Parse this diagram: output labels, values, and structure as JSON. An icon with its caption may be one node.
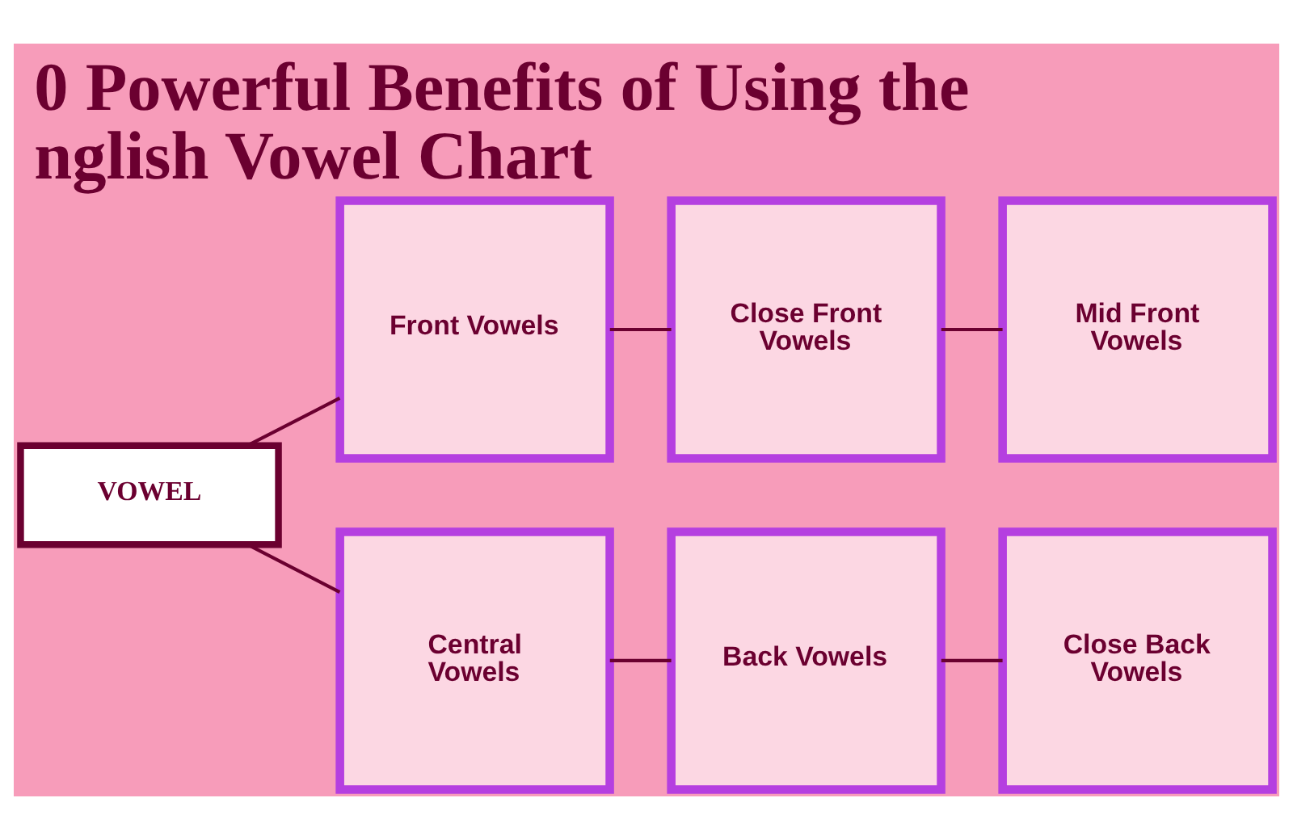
{
  "diagram": {
    "title": "0 Powerful Benefits of Using the nglish Vowel Chart",
    "nodes": [
      {
        "text": [
          "VOWEL"
        ]
      },
      {
        "text": [
          "Front Vowels"
        ]
      },
      {
        "text": [
          "Close Front Vowels"
        ]
      },
      {
        "text": [
          "Mid Front Vowels"
        ]
      },
      {
        "text": [
          "Central Vowels"
        ]
      },
      {
        "text": [
          "Back Vowels"
        ]
      },
      {
        "text": [
          "Close Back Vowels"
        ]
      }
    ],
    "edges": [
      {
        "from": 0,
        "to": 1,
        "arrow": "none"
      },
      {
        "from": 0,
        "to": 4,
        "arrow": "none"
      },
      {
        "from": 1,
        "to": 2,
        "arrow": "none"
      },
      {
        "from": 2,
        "to": 3,
        "arrow": "none"
      },
      {
        "from": 4,
        "to": 5,
        "arrow": "none"
      },
      {
        "from": 5,
        "to": 6,
        "arrow": "none"
      }
    ]
  }
}
